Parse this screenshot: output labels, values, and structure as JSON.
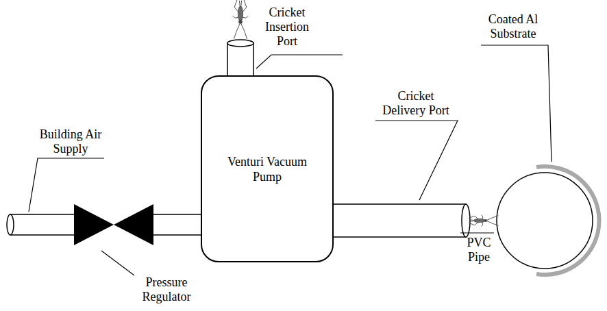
{
  "diagram": {
    "nodes": [
      {
        "text": [
          "Venturi Vacuum Pump"
        ]
      }
    ],
    "labels": [
      "Cricket Insertion Port",
      "Coated Al Substrate",
      "Cricket Delivery Port",
      "Building Air Supply",
      "PVC Pipe",
      "Pressure Regulator"
    ]
  }
}
